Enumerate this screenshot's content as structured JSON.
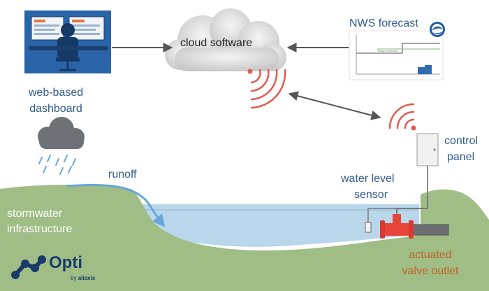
{
  "labels": {
    "cloud_software": "cloud software",
    "nws_forecast": "NWS forecast",
    "web_dashboard_line1": "web-based",
    "web_dashboard_line2": "dashboard",
    "control_panel_line1": "control",
    "control_panel_line2": "panel",
    "runoff": "runoff",
    "water_level_line1": "water level",
    "water_level_line2": "sensor",
    "stormwater_line1": "stormwater",
    "stormwater_line2": "infrastructure",
    "valve_line1": "actuated",
    "valve_line2": "valve outlet"
  },
  "forecast_chart": {
    "legend_label": "Today's forecast"
  },
  "logo": {
    "brand": "Opti",
    "by_prefix": "by",
    "company": "aliaxis"
  },
  "icons": {
    "desktop": "computer-workstation-icon",
    "cloud": "cloud-icon",
    "rain": "rain-cloud-icon",
    "noaa": "noaa-logo-icon",
    "signal": "wireless-signal-icon",
    "panel": "control-panel-box-icon",
    "sensor": "water-level-sensor-icon",
    "valve": "valve-icon"
  },
  "colors": {
    "ground": "#9fbd85",
    "water": "#b9d6ea",
    "label_blue": "#2f5b8f",
    "label_orange": "#c0612a",
    "signal_red": "#e55a4f",
    "arrow": "#555555",
    "dashboard_bg": "#2a64a8"
  }
}
